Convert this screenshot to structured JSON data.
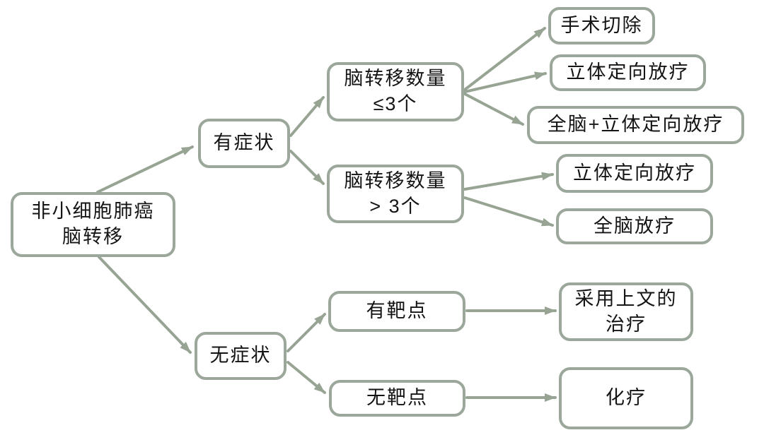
{
  "colors": {
    "connector": "#97a494",
    "node_border": "#9aa79a",
    "node_bg": "#ffffff",
    "text": "#141414",
    "background": "#ffffff"
  },
  "nodes": {
    "root": {
      "label": "非小细胞肺癌\n脑转移"
    },
    "symptomatic": {
      "label": "有症状"
    },
    "asymptomatic": {
      "label": "无症状"
    },
    "mets_le3": {
      "label": "脑转移数量\n≤3个"
    },
    "mets_gt3": {
      "label": "脑转移数量\n> 3个"
    },
    "surgery": {
      "label": "手术切除"
    },
    "srt_top": {
      "label": "立体定向放疗"
    },
    "wbrt_plus_srt": {
      "label": "全脑+立体定向放疗"
    },
    "srt_mid": {
      "label": "立体定向放疗"
    },
    "wbrt": {
      "label": "全脑放疗"
    },
    "target_yes": {
      "label": "有靶点"
    },
    "target_no": {
      "label": "无靶点"
    },
    "use_above_treatment": {
      "label": "采用上文的\n治疗"
    },
    "chemotherapy": {
      "label": "化疗"
    }
  },
  "edges": [
    {
      "from": "root",
      "to": "symptomatic"
    },
    {
      "from": "root",
      "to": "asymptomatic"
    },
    {
      "from": "symptomatic",
      "to": "mets_le3"
    },
    {
      "from": "symptomatic",
      "to": "mets_gt3"
    },
    {
      "from": "mets_le3",
      "to": "surgery"
    },
    {
      "from": "mets_le3",
      "to": "srt_top"
    },
    {
      "from": "mets_le3",
      "to": "wbrt_plus_srt"
    },
    {
      "from": "mets_gt3",
      "to": "srt_mid"
    },
    {
      "from": "mets_gt3",
      "to": "wbrt"
    },
    {
      "from": "asymptomatic",
      "to": "target_yes"
    },
    {
      "from": "asymptomatic",
      "to": "target_no"
    },
    {
      "from": "target_yes",
      "to": "use_above_treatment"
    },
    {
      "from": "target_no",
      "to": "chemotherapy"
    }
  ]
}
